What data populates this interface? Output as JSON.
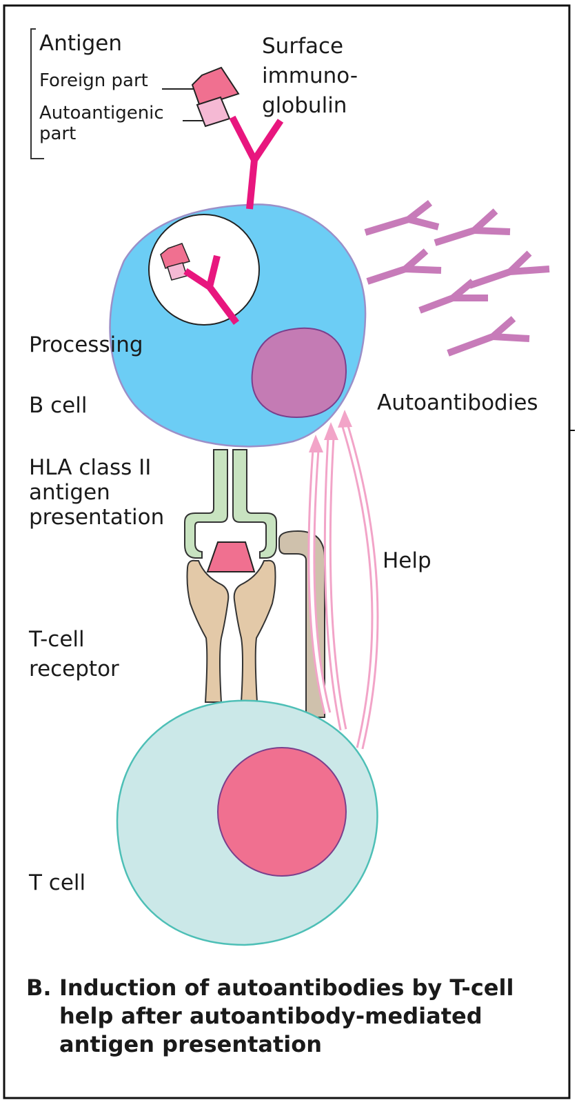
{
  "labels": {
    "antigen": "Antigen",
    "foreign_part": "Foreign part",
    "autoantigenic_part": "Autoantigenic\npart",
    "surface_ig": "Surface\nimmuno-\nglobulin",
    "processing": "Processing",
    "b_cell": "B cell",
    "autoantibodies": "Autoantibodies",
    "hla": "HLA class II\nantigen\npresentation",
    "help": "Help",
    "tcr": "T-cell\nreceptor",
    "t_cell": "T cell"
  },
  "caption": {
    "letter": "B.",
    "lines": [
      "Induction of autoantibodies  by T-cell",
      "help after autoantibody-mediated",
      "antigen presentation"
    ]
  },
  "colors": {
    "b_cell_fill": "#6ccdf5",
    "b_cell_outline": "#9b8fc8",
    "b_nucleus": "#c47bb4",
    "t_cell_fill": "#cbe8e8",
    "t_cell_outline": "#4dbfb6",
    "t_nucleus": "#f07090",
    "antigen_foreign": "#f07090",
    "antigen_auto": "#f5b9d4",
    "surface_ig": "#e8167e",
    "autoantibody": "#c77bb9",
    "hla": "#c8e3c0",
    "tcr": "#e3c9a8",
    "cd4": "#cfc1ac",
    "help_arrow": "#f2a4c8"
  }
}
